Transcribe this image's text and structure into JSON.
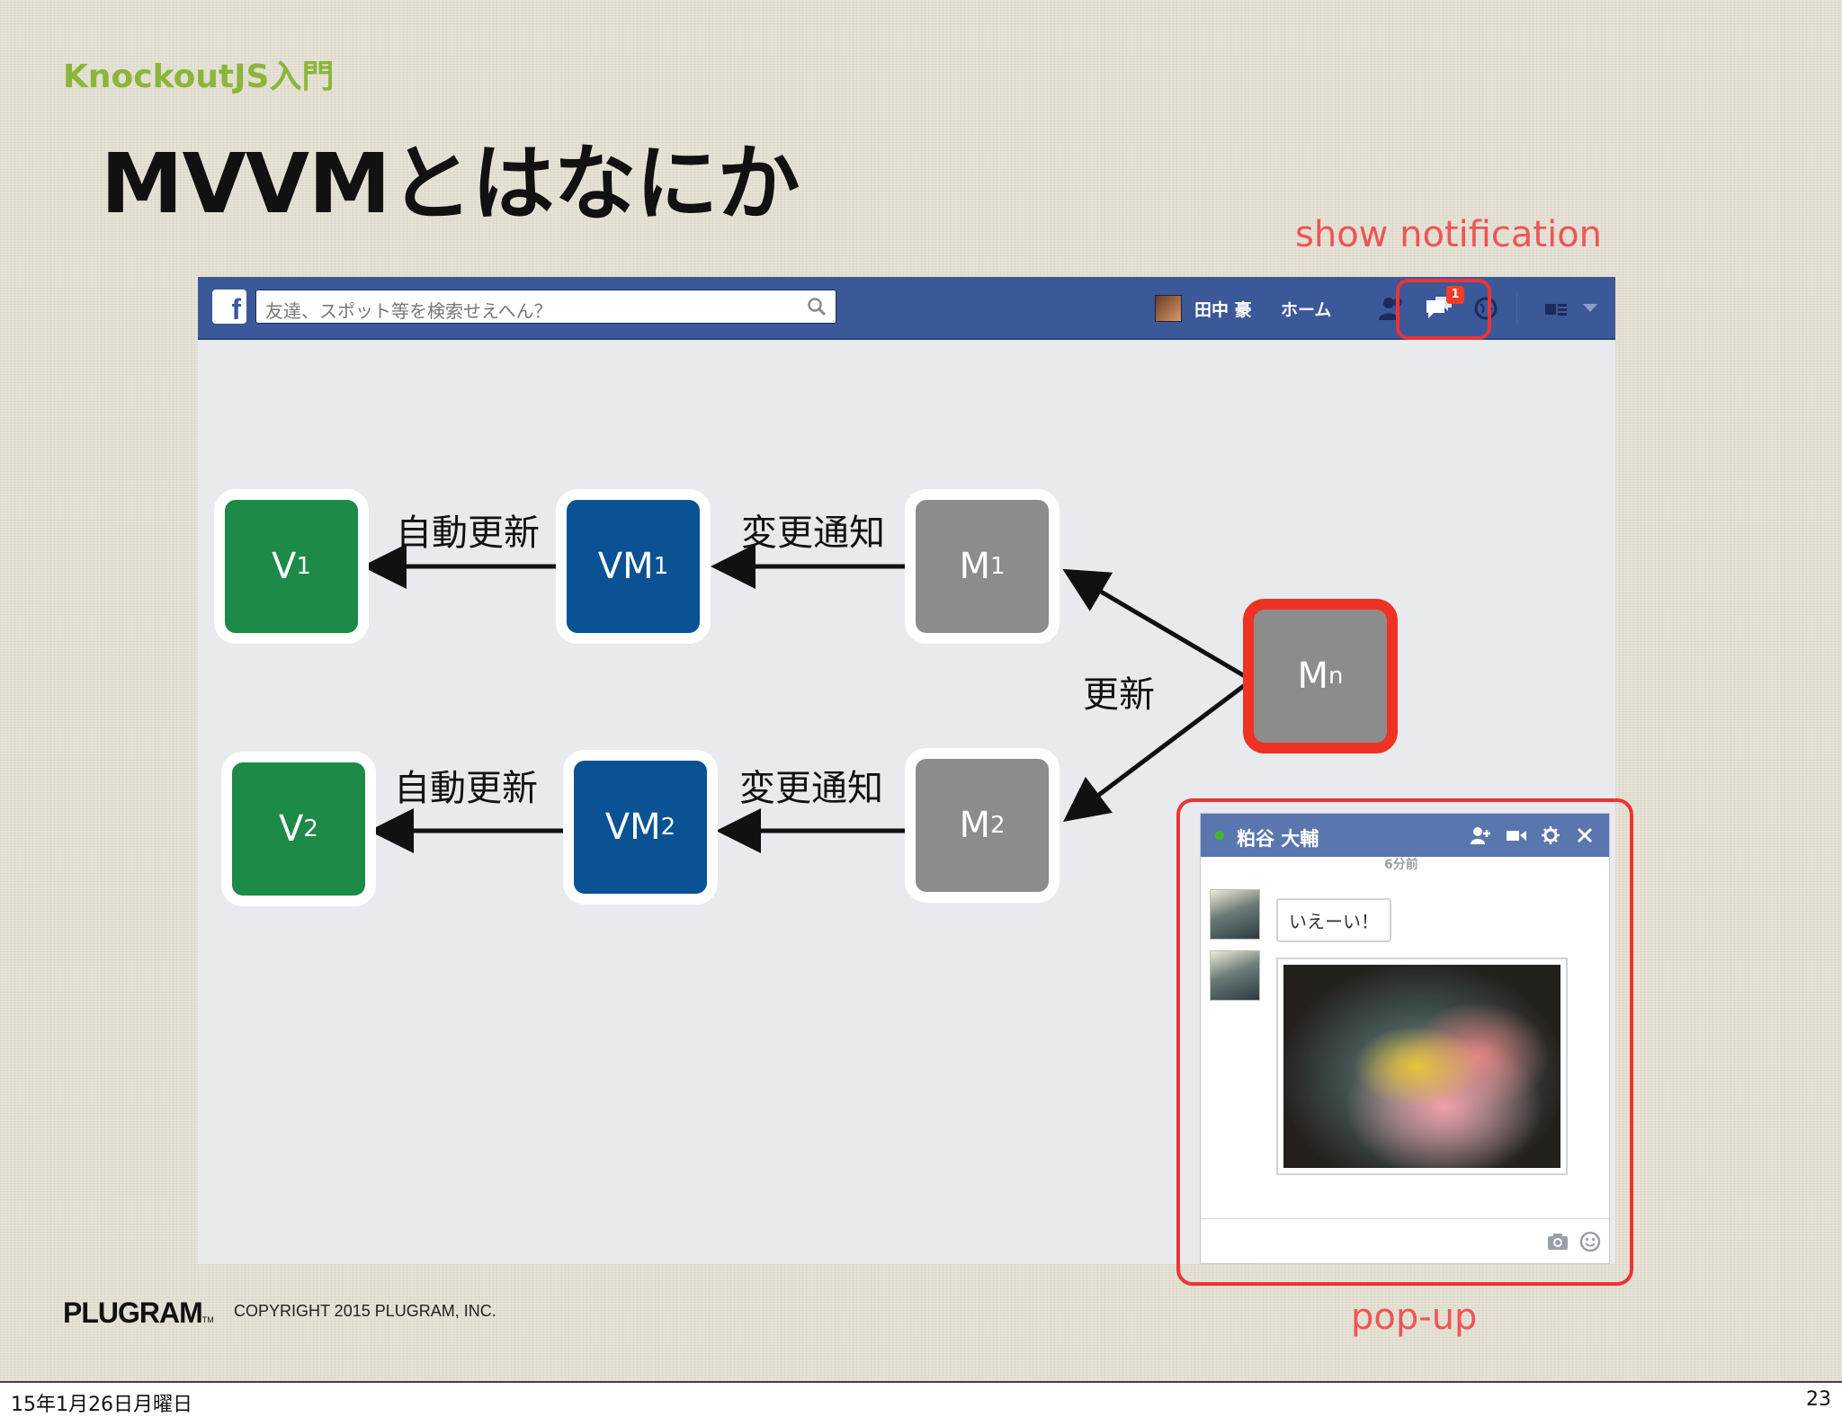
{
  "slide": {
    "subtitle": "KnockoutJS入門",
    "title": "MVVMとはなにか",
    "annotation_notify": "show notification",
    "annotation_popup": "pop-up"
  },
  "facebook": {
    "logo": "f",
    "search_placeholder": "友達、スポット等を検索せえへん？",
    "user_name": "田中 豪",
    "home": "ホーム",
    "notification_badge": "1",
    "icons": [
      "facebook-logo-icon",
      "search-icon",
      "friends-icon",
      "messages-icon",
      "globe-icon",
      "privacy-icon",
      "caret-down-icon"
    ]
  },
  "diagram": {
    "v1": {
      "main": "V",
      "sub": "1"
    },
    "vm1": {
      "main": "VM",
      "sub": "1"
    },
    "m1": {
      "main": "M",
      "sub": "1"
    },
    "v2": {
      "main": "V",
      "sub": "2"
    },
    "vm2": {
      "main": "VM",
      "sub": "2"
    },
    "m2": {
      "main": "M",
      "sub": "2"
    },
    "mn": {
      "main": "M",
      "sub": "n"
    },
    "label_auto_update_1": "自動更新",
    "label_change_notify_1": "変更通知",
    "label_auto_update_2": "自動更新",
    "label_change_notify_2": "変更通知",
    "label_update": "更新",
    "colors": {
      "view": "#1d8a47",
      "viewmodel": "#0a5294",
      "model": "#8c8c8c",
      "highlight": "#ee3322"
    }
  },
  "chat": {
    "name": "粕谷 大輔",
    "time": "6分前",
    "message": "いえーい！",
    "icons": [
      "add-friend-icon",
      "video-call-icon",
      "gear-icon",
      "close-icon",
      "camera-icon",
      "smiley-icon"
    ]
  },
  "footer": {
    "brand": "PLUGRAM",
    "brand_tm": "TM",
    "copyright": "COPYRIGHT 2015 PLUGRAM, INC."
  },
  "viewer": {
    "date": "15年1月26日月曜日",
    "page": "23"
  }
}
